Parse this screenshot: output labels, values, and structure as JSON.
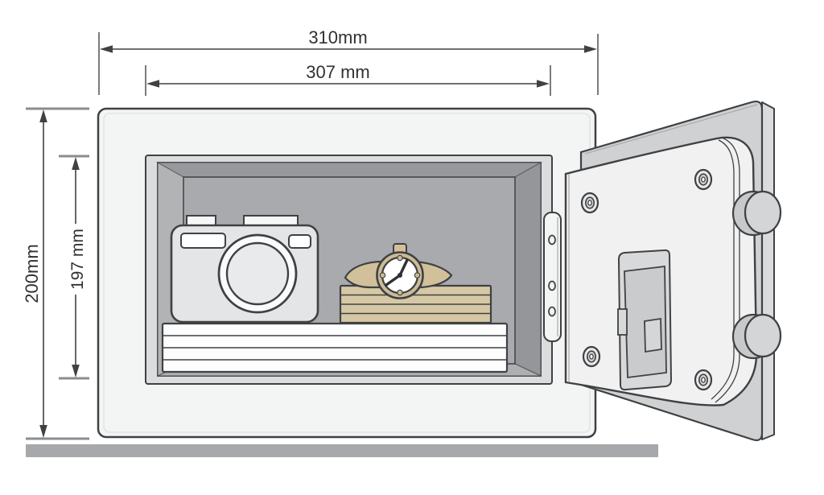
{
  "diagram": {
    "title": "safe-interior-dimensions-diagram",
    "labels": {
      "outer_width": "310mm",
      "inner_width": "307 mm",
      "outer_height": "200mm",
      "inner_height": "197 mm"
    },
    "colors": {
      "outline": "#3f4143",
      "tick": "#8a8c8f",
      "ext_line": "#5a5b5e",
      "safe_shell": "#f3f4f4",
      "frame": "#dbdcdd",
      "wall": "#a0a2a5",
      "wall_top": "#97999c",
      "wall_left": "#b1b3b5",
      "wall_right": "#94969a",
      "wall_bottom": "#adafb1",
      "back_wall": "#a8aaad",
      "floor": "#a6a8ab",
      "door_front": "#cfd1d3",
      "door_side": "#dadbdc",
      "door_back": "#f1f1f2",
      "bolt_front": "#d3d5d6",
      "bolt_back": "#c7c9cb",
      "tan": "#d2c09b",
      "tan_dark": "#cdbb95",
      "stack_tan": "#d6c8a5",
      "white_stack": "#fdfdfd",
      "camera_body": "#e4e5e6",
      "lens_inner": "#e9eaeb",
      "battery_frame": "#d8d9da",
      "battery_inner": "#c9cbcd",
      "hinge": "#f3f4f4",
      "screw_outer": "#e8e9ea",
      "screw_mid": "#cfd1d2"
    }
  }
}
